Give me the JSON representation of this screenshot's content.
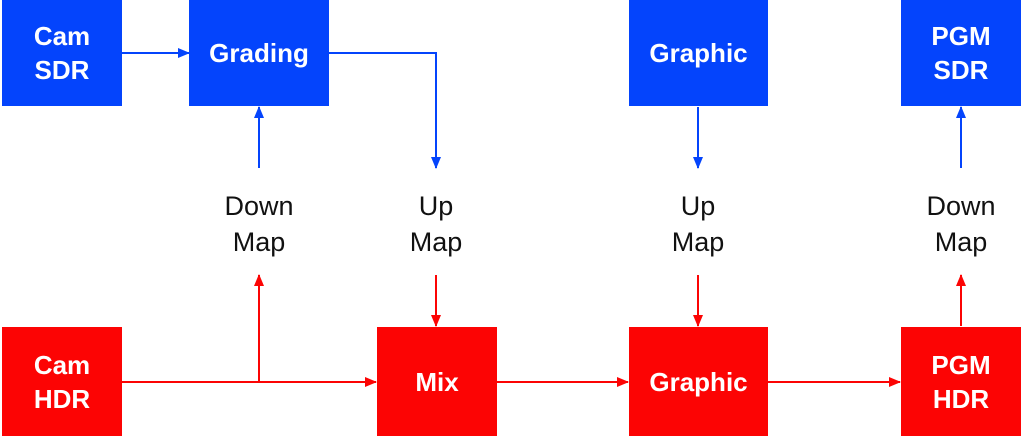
{
  "colors": {
    "blue": "#0444fc",
    "red": "#fc0404",
    "label": "#111111"
  },
  "nodes": {
    "cam_sdr": {
      "line1": "Cam",
      "line2": "SDR"
    },
    "grading": {
      "line1": "Grading"
    },
    "graphic_sdr": {
      "line1": "Graphic"
    },
    "pgm_sdr": {
      "line1": "PGM",
      "line2": "SDR"
    },
    "cam_hdr": {
      "line1": "Cam",
      "line2": "HDR"
    },
    "mix": {
      "line1": "Mix"
    },
    "graphic_hdr": {
      "line1": "Graphic"
    },
    "pgm_hdr": {
      "line1": "PGM",
      "line2": "HDR"
    }
  },
  "labels": {
    "down_map_1": {
      "line1": "Down",
      "line2": "Map"
    },
    "up_map_1": {
      "line1": "Up",
      "line2": "Map"
    },
    "up_map_2": {
      "line1": "Up",
      "line2": "Map"
    },
    "down_map_2": {
      "line1": "Down",
      "line2": "Map"
    }
  }
}
